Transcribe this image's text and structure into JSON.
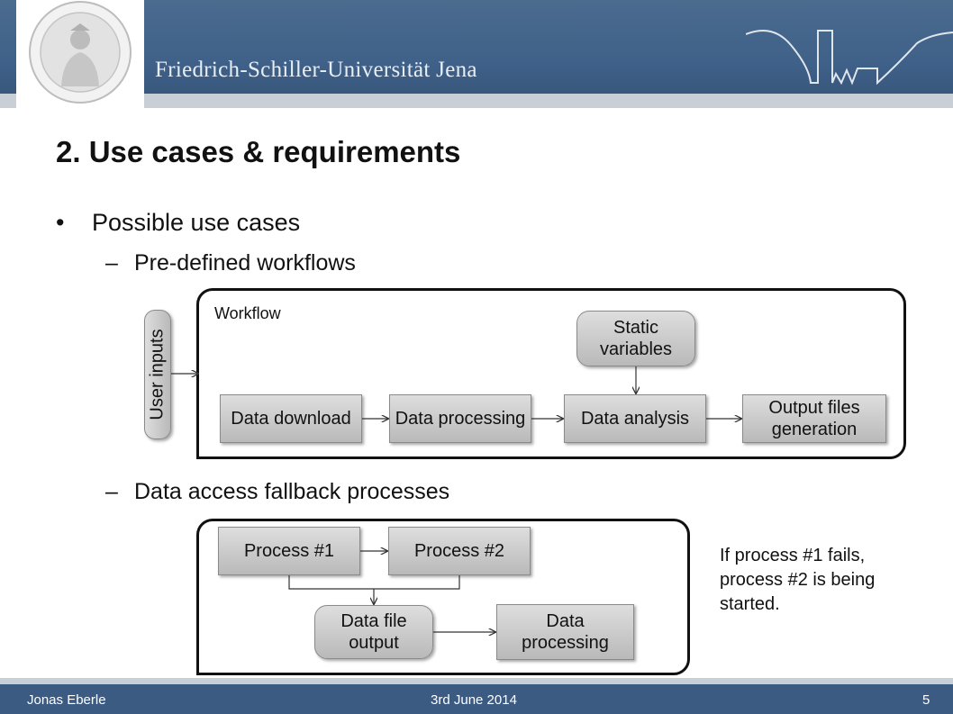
{
  "header": {
    "university": "Friedrich-Schiller-Universität Jena"
  },
  "slide": {
    "title": "2. Use cases & requirements",
    "bullet": "Possible use cases",
    "sub1": "Pre-defined workflows",
    "sub2": "Data access fallback processes"
  },
  "workflow": {
    "frame_label": "Workflow",
    "user_inputs": "User inputs",
    "static_variables": "Static variables",
    "data_download": "Data download",
    "data_processing": "Data processing",
    "data_analysis": "Data analysis",
    "output_files": "Output files generation"
  },
  "fallback": {
    "process1": "Process #1",
    "process2": "Process #2",
    "data_file_output": "Data file output",
    "data_processing": "Data processing",
    "note": "If process #1 fails, process #2 is being started."
  },
  "footer": {
    "author": "Jonas Eberle",
    "date": "3rd June 2014",
    "page": "5"
  },
  "colors": {
    "header": "#3f6088",
    "box": "#c8c8c8",
    "stripe": "#c9cfd6"
  }
}
